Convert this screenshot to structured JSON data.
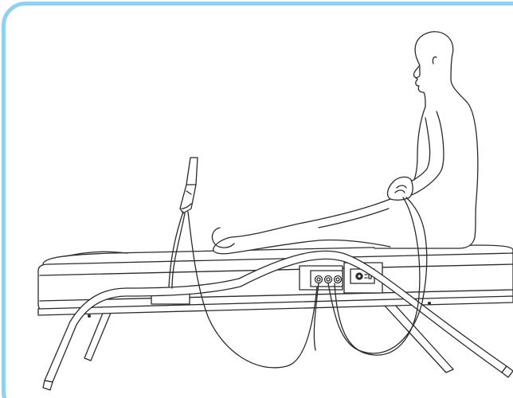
{
  "illustration": {
    "border_color": "#8fd1ef",
    "line_color": "#2a2a2a",
    "background_color": "#ffffff",
    "elements": [
      "person",
      "massage-bed",
      "bed-legs",
      "handheld-probe",
      "probe-cable",
      "control-panel",
      "panel-cables",
      "power-switch"
    ]
  }
}
